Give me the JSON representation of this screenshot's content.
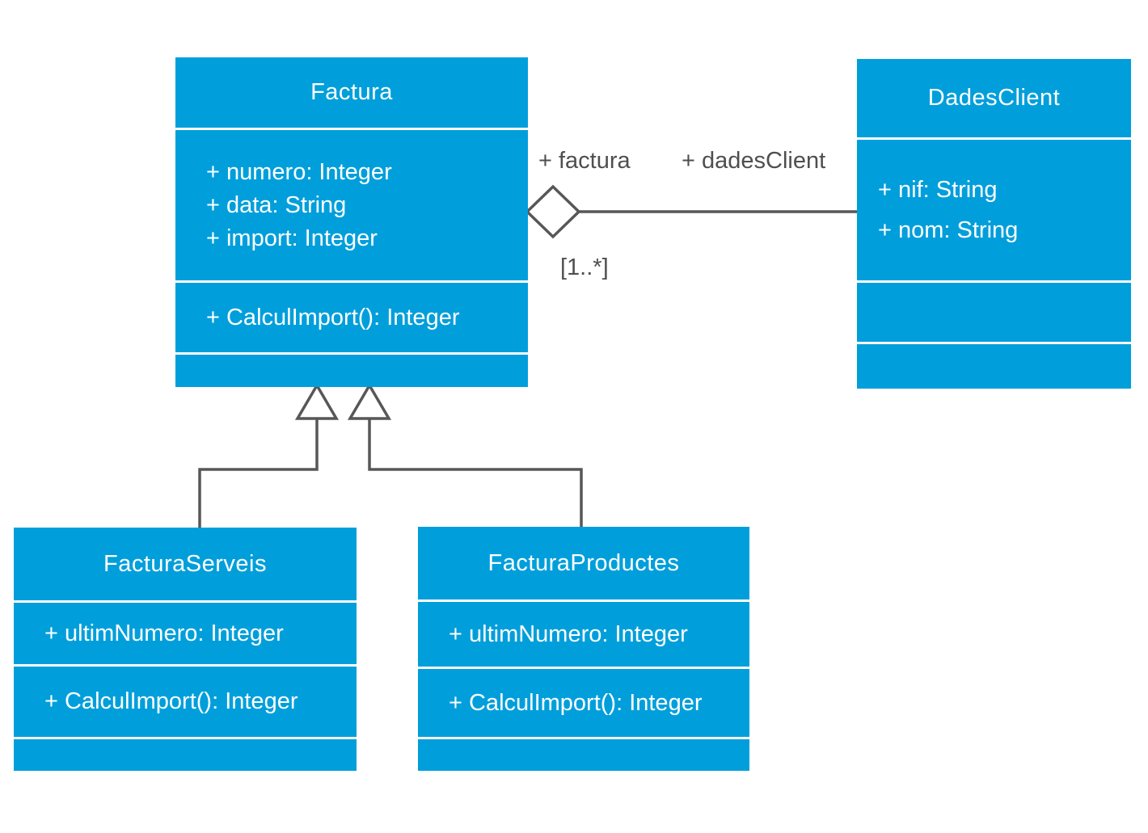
{
  "diagram_type": "uml-class-diagram",
  "colors": {
    "class_fill": "#009FDB",
    "class_text": "#FFFFFF",
    "connector": "#575757",
    "label_text": "#4F4F4F",
    "background": "#FFFFFF"
  },
  "classes": {
    "factura": {
      "name": "Factura",
      "attributes": [
        "+ numero: Integer",
        "+ data: String",
        "+ import: Integer"
      ],
      "operations": [
        "+ CalculImport(): Integer"
      ]
    },
    "dadesClient": {
      "name": "DadesClient",
      "attributes": [
        "+ nif: String",
        "+ nom: String"
      ],
      "operations": []
    },
    "facturaServeis": {
      "name": "FacturaServeis",
      "attributes": [
        "+ ultimNumero: Integer"
      ],
      "operations": [
        "+ CalculImport(): Integer"
      ]
    },
    "facturaProductes": {
      "name": "FacturaProductes",
      "attributes": [
        "+ ultimNumero: Integer"
      ],
      "operations": [
        "+ CalculImport(): Integer"
      ]
    }
  },
  "relationships": {
    "aggregation": {
      "type": "aggregation",
      "from": "Factura",
      "to": "DadesClient",
      "source_role": "+ factura",
      "target_role": "+ dadesClient",
      "multiplicity": "[1..*]"
    },
    "generalizations": [
      {
        "type": "generalization",
        "from": "FacturaServeis",
        "to": "Factura"
      },
      {
        "type": "generalization",
        "from": "FacturaProductes",
        "to": "Factura"
      }
    ]
  }
}
